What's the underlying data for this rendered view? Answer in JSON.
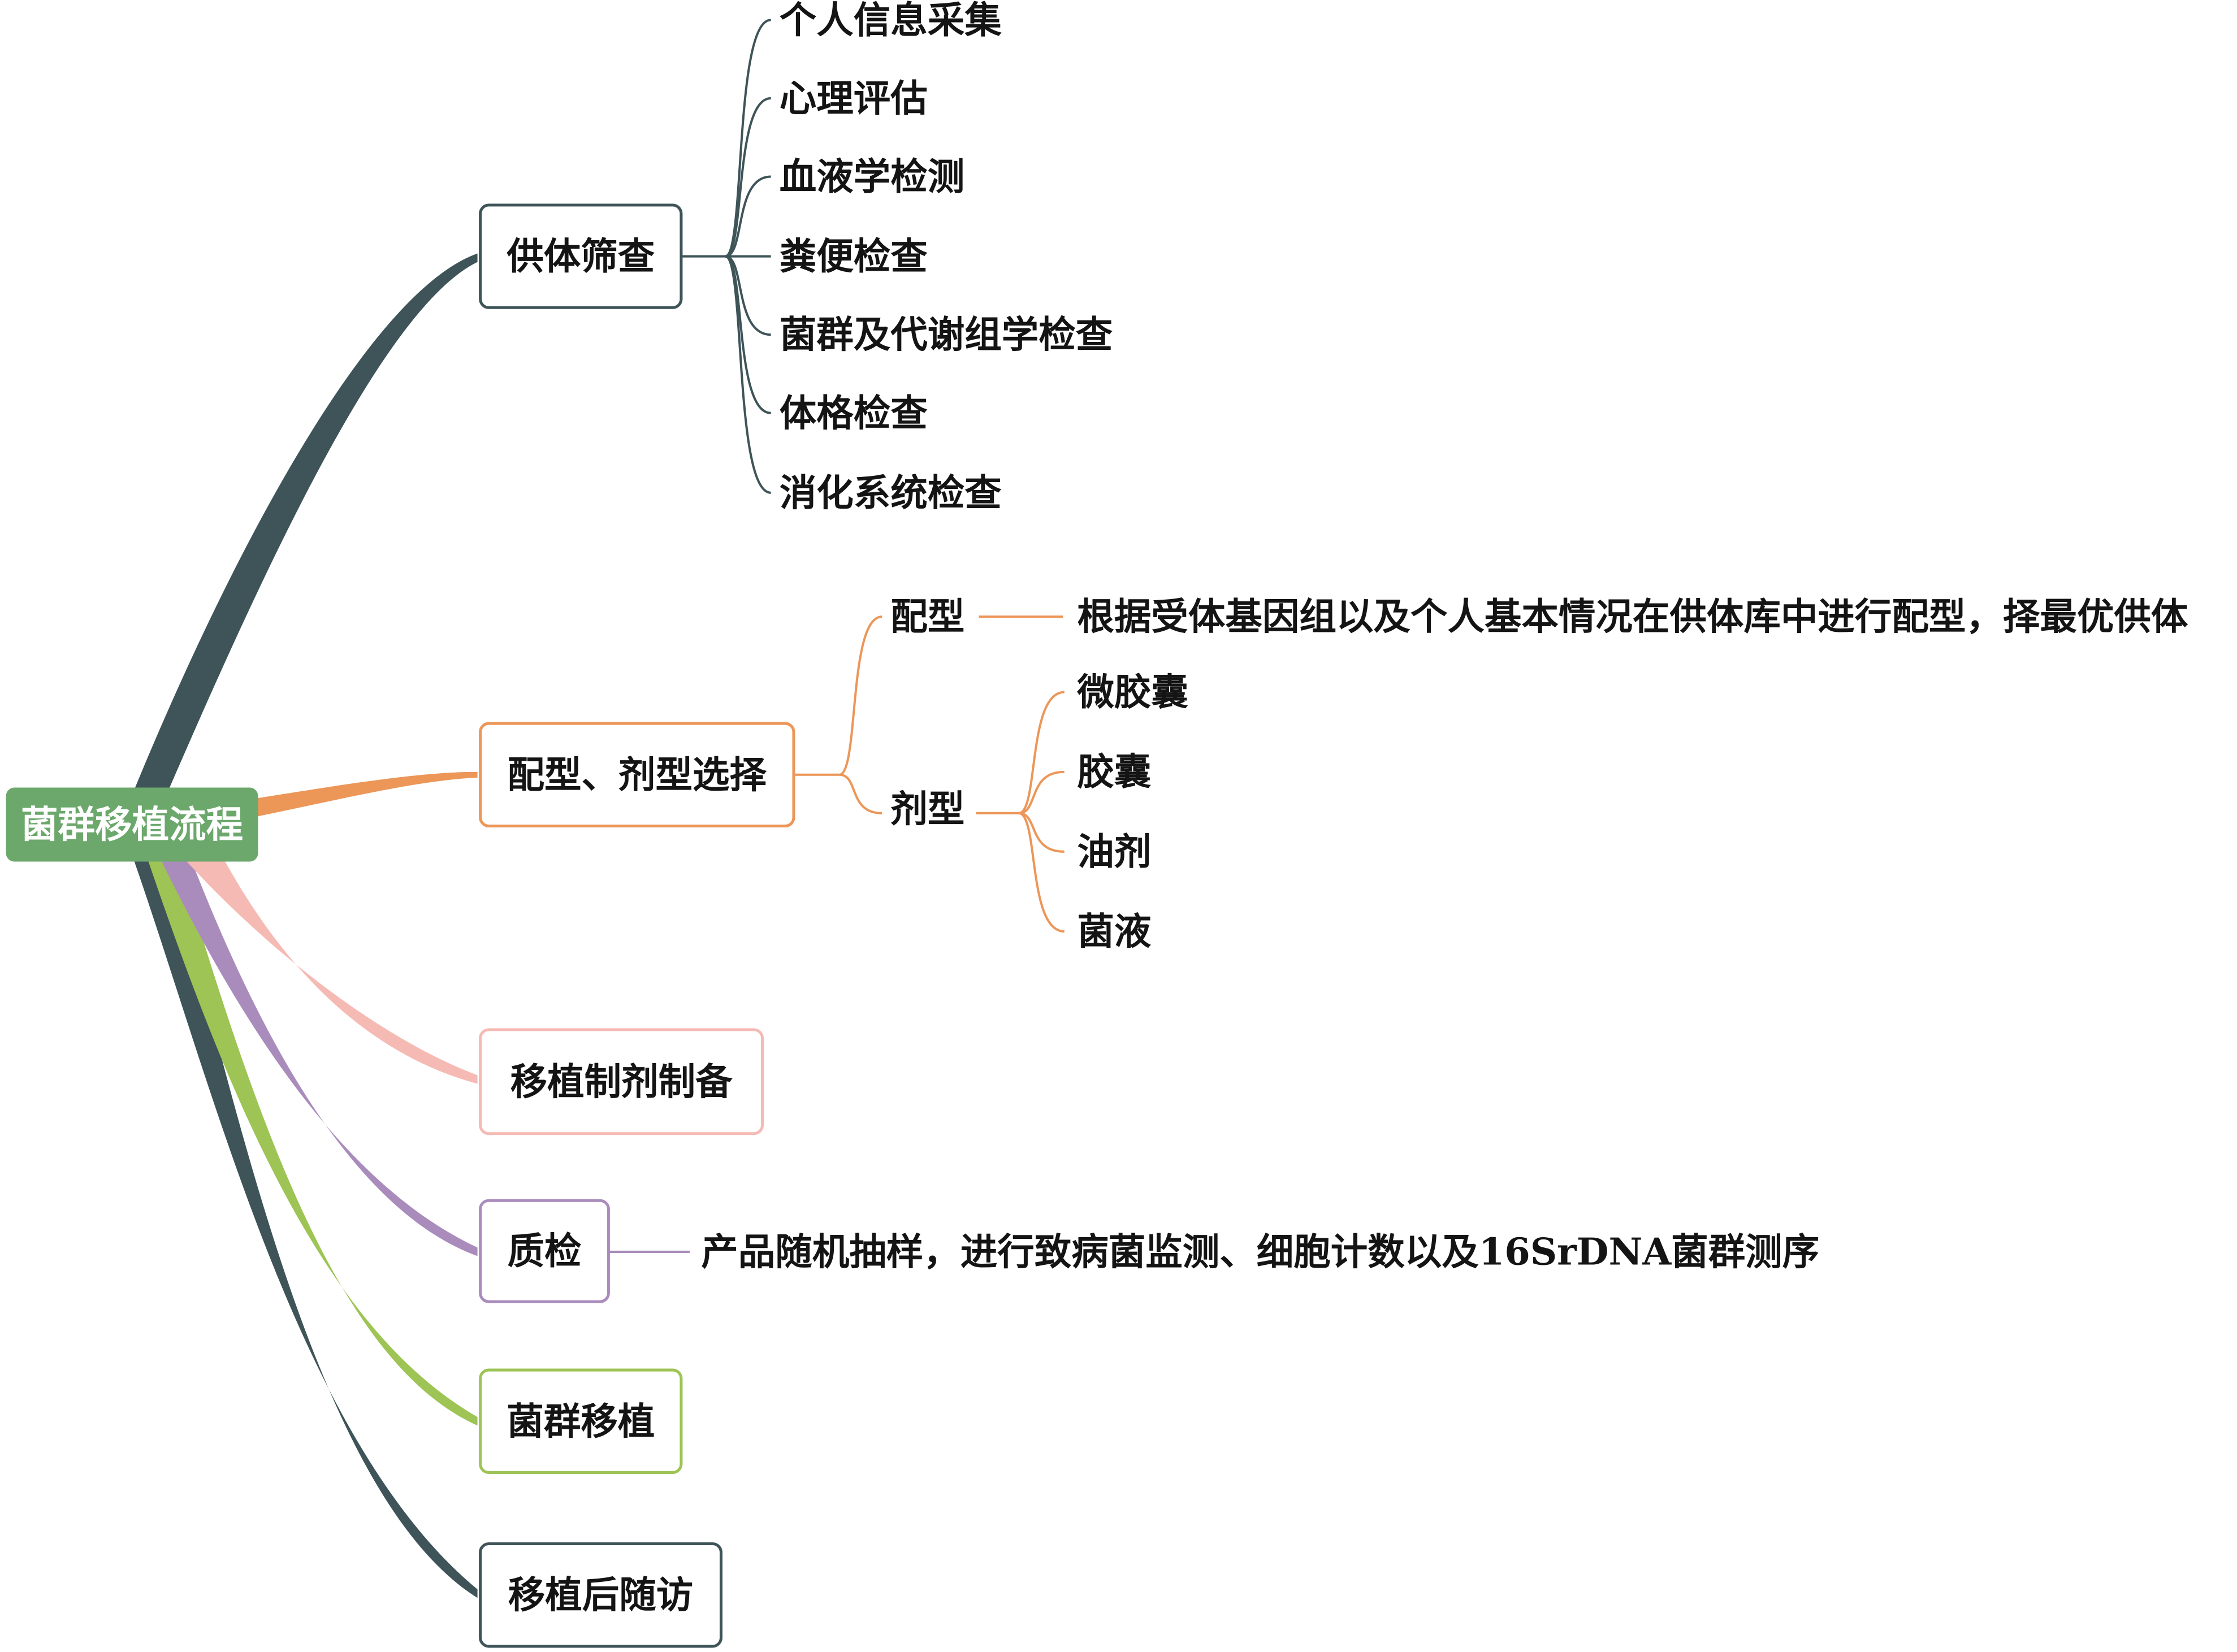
{
  "root": {
    "label": "菌群移植流程",
    "color": "#6ca86c"
  },
  "branches": [
    {
      "label": "供体筛查",
      "color": "#3e5459",
      "children": [
        "个人信息采集",
        "心理评估",
        "血液学检测",
        "粪便检查",
        "菌群及代谢组学检查",
        "体格检查",
        "消化系统检查"
      ]
    },
    {
      "label": "配型、剂型选择",
      "color": "#ec9658",
      "children": [
        {
          "label": "配型",
          "detail": "根据受体基因组以及个人基本情况在供体库中进行配型，择最优供体"
        },
        {
          "label": "剂型",
          "children": [
            "微胶囊",
            "胶囊",
            "油剂",
            "菌液"
          ]
        }
      ]
    },
    {
      "label": "移植制剂制备",
      "color": "#f5bab3"
    },
    {
      "label": "质检",
      "color": "#a98cbc",
      "detail": "产品随机抽样，进行致病菌监测、细胞计数以及16SrDNA菌群测序"
    },
    {
      "label": "菌群移植",
      "color": "#9dc455"
    },
    {
      "label": "移植后随访",
      "color": "#3e5459"
    }
  ]
}
